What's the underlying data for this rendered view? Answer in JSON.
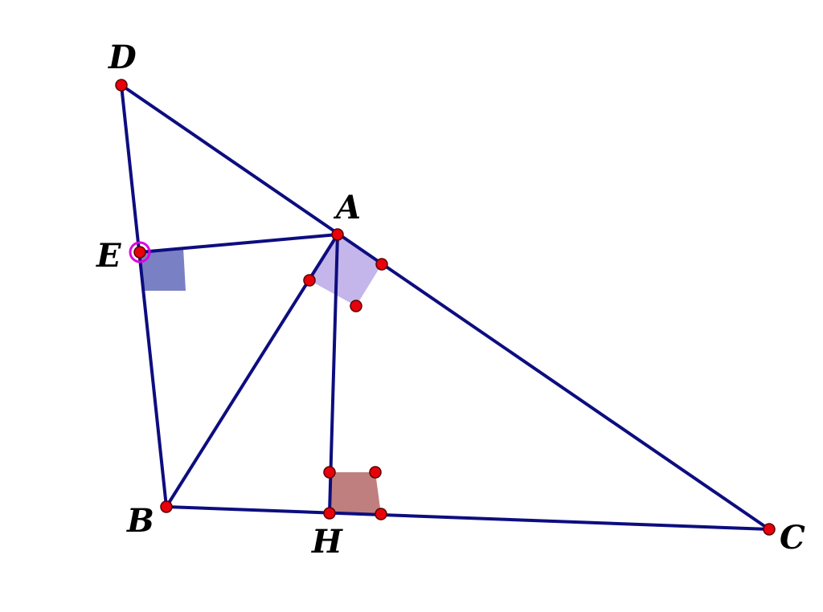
{
  "points": {
    "D": {
      "label": "D"
    },
    "A": {
      "label": "A"
    },
    "E": {
      "label": "E"
    },
    "B": {
      "label": "B"
    },
    "H": {
      "label": "H"
    },
    "C": {
      "label": "C"
    }
  },
  "segments": [
    [
      "D",
      "C"
    ],
    [
      "D",
      "B"
    ],
    [
      "E",
      "A"
    ],
    [
      "A",
      "B"
    ],
    [
      "A",
      "H"
    ],
    [
      "B",
      "C"
    ]
  ],
  "right_angle_markers": [
    {
      "at": "E",
      "color": "#7a80c4"
    },
    {
      "at": "A",
      "color": "#c4b6ea"
    },
    {
      "at": "H",
      "color": "#bf7f7f"
    }
  ],
  "colors": {
    "line": "#0d0d80",
    "point": "#e8000b",
    "point_outline": "#5a0000",
    "selected_ring": "#e000e0"
  },
  "selected_point": "E"
}
